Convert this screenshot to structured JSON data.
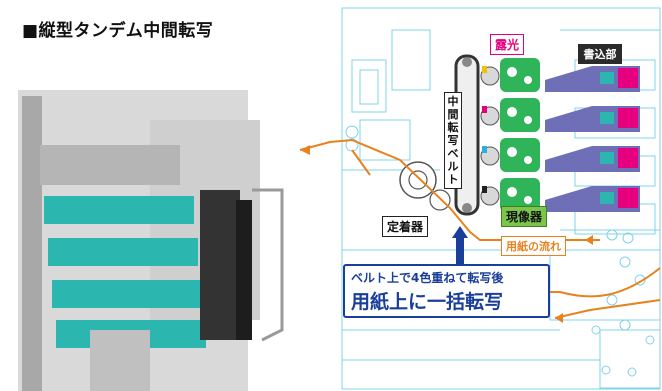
{
  "title": "■縦型タンデム中間転写",
  "labels": {
    "exposure": "露光",
    "writer": "書込部",
    "belt": "中間転写ベルト",
    "developer": "現像器",
    "fuser": "定着器",
    "paper_flow": "用紙の流れ"
  },
  "callout": {
    "line1": "ベルト上で4色重ねて転写後",
    "line2": "用紙上に一括転写"
  },
  "colors": {
    "line_art": "#7fd3ea",
    "paper_path": "#e8821f",
    "callout": "#1a3f9a",
    "exposure": "#e6007e",
    "developer": "#7bc64a",
    "writer_unit": "#6f6fb8",
    "toner": [
      "#f2c200",
      "#e6007e",
      "#27b0e0",
      "#222222"
    ]
  }
}
